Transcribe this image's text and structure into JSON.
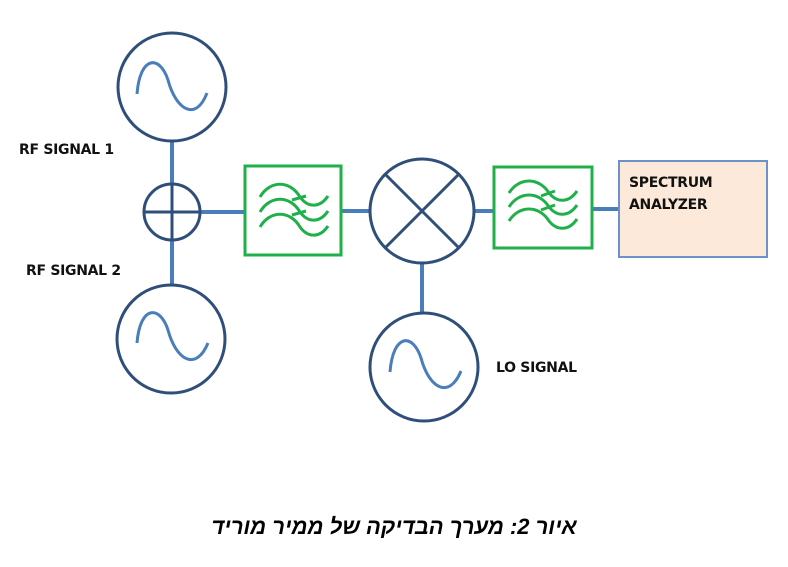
{
  "diagram": {
    "labels": {
      "rf_signal_1": "RF SIGNAL 1",
      "rf_signal_2": "RF SIGNAL 2",
      "lo_signal": "LO SIGNAL",
      "spectrum_analyzer_line1": "SPECTRUM",
      "spectrum_analyzer_line2": "ANALYZER"
    },
    "components": [
      {
        "id": "rf1",
        "type": "sine-source",
        "label": "RF SIGNAL 1"
      },
      {
        "id": "rf2",
        "type": "sine-source",
        "label": "RF SIGNAL 2"
      },
      {
        "id": "combiner",
        "type": "summer"
      },
      {
        "id": "filter1",
        "type": "bandpass-filter"
      },
      {
        "id": "mixer",
        "type": "mixer"
      },
      {
        "id": "lo",
        "type": "sine-source",
        "label": "LO SIGNAL"
      },
      {
        "id": "filter2",
        "type": "bandpass-filter"
      },
      {
        "id": "sa",
        "type": "instrument",
        "label": "SPECTRUM ANALYZER"
      }
    ],
    "connections": [
      [
        "rf1",
        "combiner"
      ],
      [
        "rf2",
        "combiner"
      ],
      [
        "combiner",
        "filter1"
      ],
      [
        "filter1",
        "mixer"
      ],
      [
        "lo",
        "mixer"
      ],
      [
        "mixer",
        "filter2"
      ],
      [
        "filter2",
        "sa"
      ]
    ],
    "colors": {
      "wire": "#4a7ebb",
      "circle_stroke": "#2f4f7a",
      "filter": "#1fb04a",
      "sa_fill": "#fce9d9",
      "sa_stroke": "#6b93c9"
    }
  },
  "caption": "איור 2: מערך הבדיקה של ממיר מוריד"
}
